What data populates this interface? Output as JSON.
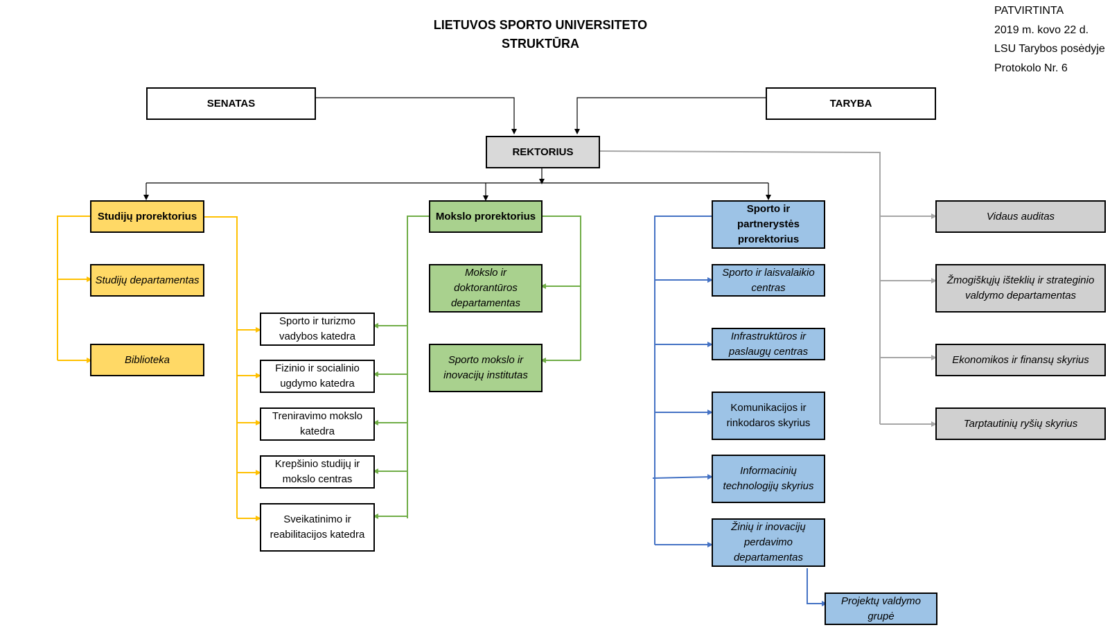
{
  "header": {
    "title_line1": "LIETUVOS SPORTO UNIVERSITETO",
    "title_line2": "STRUKTŪRA",
    "approval": [
      "PATVIRTINTA",
      "2019 m. kovo 22 d.",
      "LSU Tarybos posėdyje",
      "Protokolo Nr. 6"
    ]
  },
  "colors": {
    "line_black": "#000000",
    "line_grey": "#a6a6a6",
    "line_yellow": "#ffc000",
    "line_green": "#70ad47",
    "line_blue": "#4472c4",
    "fill_yellow": "#ffd966",
    "fill_green": "#a9d18e",
    "fill_blue": "#9dc3e6",
    "fill_grey": "#d9d9d9"
  },
  "top": {
    "senatas": "SENATAS",
    "taryba": "TARYBA",
    "rektorius": "REKTORIUS"
  },
  "studiju": {
    "head": "Studijų prorektorius",
    "items": [
      "Studijų departamentas",
      "Biblioteka"
    ]
  },
  "katedros": [
    "Sporto ir turizmo vadybos katedra",
    "Fizinio ir socialinio ugdymo katedra",
    "Treniravimo mokslo katedra",
    "Krepšinio studijų ir mokslo centras",
    "Sveikatinimo ir reabilitacijos katedra"
  ],
  "mokslo": {
    "head": "Mokslo prorektorius",
    "items": [
      "Mokslo ir doktorantūros departamentas",
      "Sporto mokslo ir inovacijų institutas"
    ]
  },
  "sporto": {
    "head": "Sporto ir partnerystės prorektorius",
    "items": [
      "Sporto ir laisvalaikio centras",
      "Infrastruktūros ir paslaugų centras",
      "Komunikacijos ir rinkodaros skyrius",
      "Informacinių technologijų skyrius",
      "Žinių ir inovacijų perdavimo departamentas"
    ],
    "sub": "Projektų valdymo grupė"
  },
  "rektoriaus": {
    "items": [
      "Vidaus auditas",
      "Žmogiškųjų išteklių ir strateginio valdymo departamentas",
      "Ekonomikos ir finansų skyrius",
      "Tarptautinių ryšių skyrius"
    ]
  }
}
